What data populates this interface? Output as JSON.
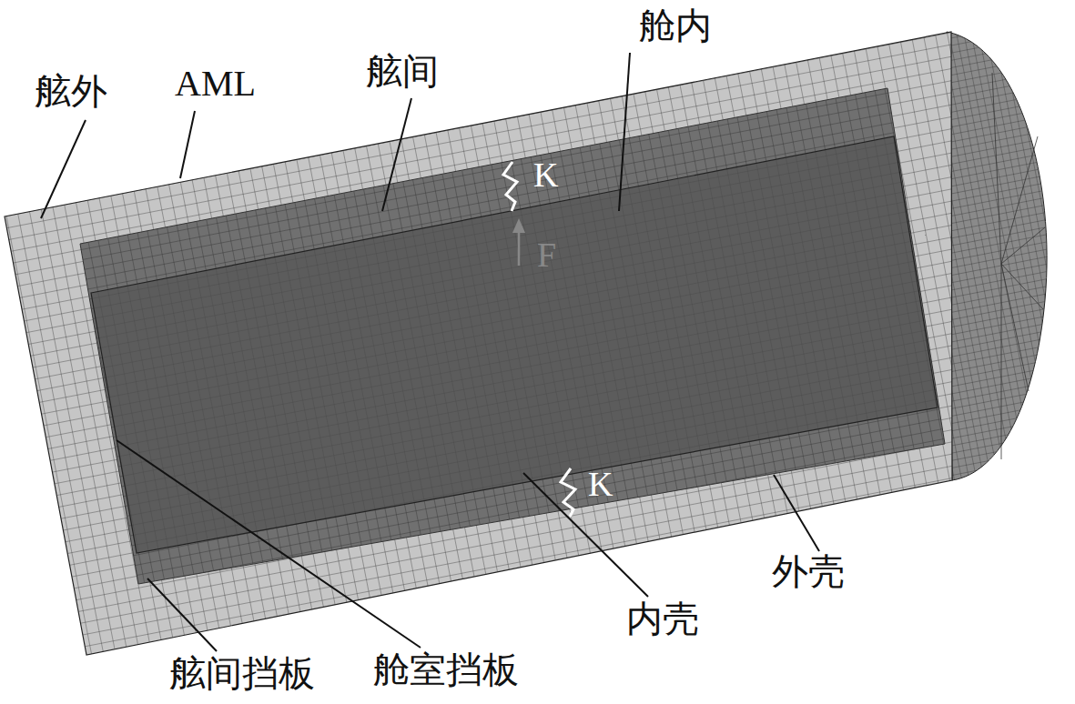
{
  "diagram": {
    "labels": [
      "舷外",
      "AML",
      "舷间",
      "舱内",
      "K",
      "F",
      "K",
      "外壳",
      "内壳",
      "舷间挡板",
      "舱室挡板"
    ]
  }
}
